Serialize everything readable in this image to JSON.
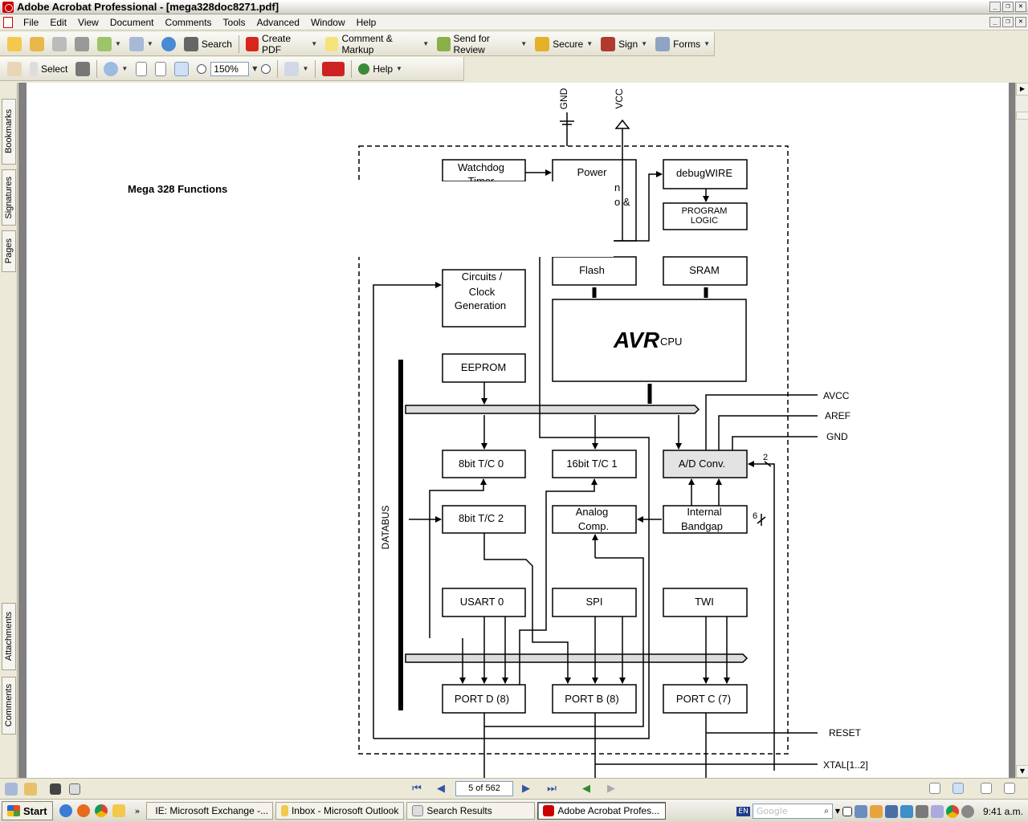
{
  "window": {
    "title": "Adobe Acrobat Professional - [mega328doc8271.pdf]"
  },
  "menu": [
    "File",
    "Edit",
    "View",
    "Document",
    "Comments",
    "Tools",
    "Advanced",
    "Window",
    "Help"
  ],
  "toolbar1": {
    "search": "Search",
    "create_pdf": "Create PDF",
    "comment_markup": "Comment & Markup",
    "send_review": "Send for Review",
    "secure": "Secure",
    "sign": "Sign",
    "forms": "Forms"
  },
  "toolbar2": {
    "select": "Select",
    "zoom": "150%",
    "help": "Help"
  },
  "navtabs": [
    "Bookmarks",
    "Signatures",
    "Pages",
    "Attachments",
    "Comments"
  ],
  "document": {
    "page_heading": "Mega 328 Functions",
    "diagram": {
      "gnd_top": "GND",
      "vcc_top": "VCC",
      "watchdog": [
        "Watchdog",
        "Timer"
      ],
      "power": [
        "Power",
        "n",
        "o &"
      ],
      "debugwire": "debugWIRE",
      "program_logic": [
        "PROGRAM",
        "LOGIC"
      ],
      "flash": "Flash",
      "sram": "SRAM",
      "clock": [
        "Circuits /",
        "Clock",
        "Generation"
      ],
      "avr_logo": "AVR",
      "cpu": "CPU",
      "eeprom": "EEPROM",
      "avcc": "AVCC",
      "aref": "AREF",
      "gnd_right": "GND",
      "tc0": "8bit T/C 0",
      "tc1": "16bit T/C 1",
      "adc": "A/D Conv.",
      "tc2": "8bit T/C 2",
      "analog": [
        "Analog",
        "Comp."
      ],
      "bandgap": [
        "Internal",
        "Bandgap"
      ],
      "bus_2": "2",
      "bus_6": "6",
      "databus": "DATABUS",
      "usart": "USART 0",
      "spi": "SPI",
      "twi": "TWI",
      "portd": "PORT D (8)",
      "portb": "PORT B (8)",
      "portc": "PORT C (7)",
      "reset": "RESET",
      "xtal": "XTAL[1..2]"
    }
  },
  "statusbar": {
    "page": "5 of 562"
  },
  "taskbar": {
    "start": "Start",
    "items": [
      "IE: Microsoft Exchange -...",
      "Inbox - Microsoft Outlook",
      "Search Results",
      "Adobe Acrobat Profes..."
    ],
    "lang": "EN",
    "search_placeholder": "Google",
    "clock": "9:41 a.m."
  }
}
